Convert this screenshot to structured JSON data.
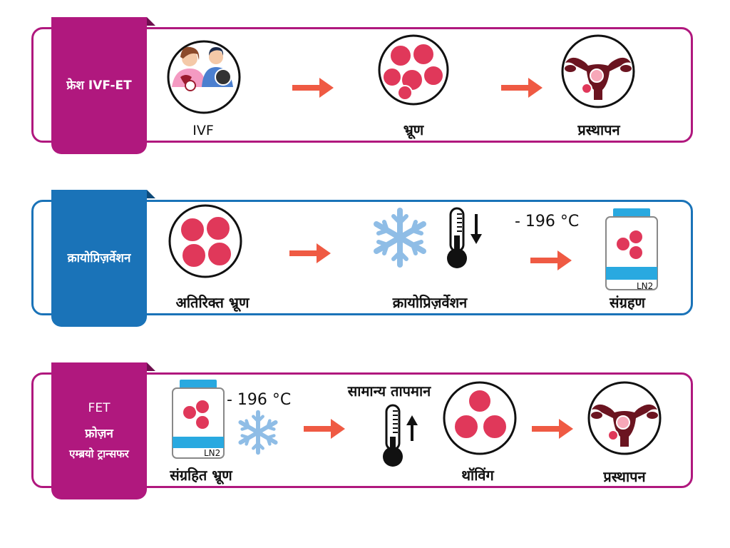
{
  "colors": {
    "magenta": "#b0187e",
    "blue": "#1a73b8",
    "arrow": "#ef5a43",
    "embryo": "#e0385a",
    "frost": "#8fbde6",
    "uterus": "#6b1420"
  },
  "row1": {
    "tab": "फ्रेश IVF-ET",
    "labels": {
      "ivf": "IVF",
      "embryo": "भ्रूण",
      "transfer": "प्रस्थापन"
    }
  },
  "row2": {
    "tab": "क्रायोप्रिज़र्वेशन",
    "labels": {
      "extra": "अतिरिक्त भ्रूण",
      "cryo": "क्रायोप्रिज़र्वेशन",
      "temp": "- 196 °C",
      "storage": "संग्रहण",
      "ln2": "LN2"
    }
  },
  "row3": {
    "tab_line1": "FET",
    "tab_line2": "फ्रोज़न",
    "tab_line3": "एम्ब्रयो ट्रान्सफर",
    "labels": {
      "stored": "संग्रहित भ्रूण",
      "temp": "- 196 °C",
      "room_temp": "सामान्य तापमान",
      "thawing": "थॉविंग",
      "transfer": "प्रस्थापन",
      "ln2": "LN2"
    }
  }
}
